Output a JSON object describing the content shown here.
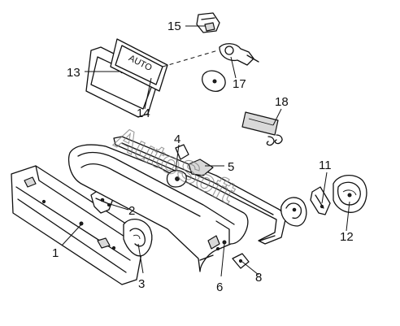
{
  "watermark": {
    "text": "AutoSoft"
  },
  "callouts": [
    {
      "id": "1",
      "label": "1"
    },
    {
      "id": "2",
      "label": "2"
    },
    {
      "id": "3",
      "label": "3"
    },
    {
      "id": "4",
      "label": "4"
    },
    {
      "id": "5",
      "label": "5"
    },
    {
      "id": "6",
      "label": "6"
    },
    {
      "id": "8",
      "label": "8"
    },
    {
      "id": "11",
      "label": "11"
    },
    {
      "id": "12",
      "label": "12"
    },
    {
      "id": "13",
      "label": "13"
    },
    {
      "id": "14",
      "label": "14"
    },
    {
      "id": "15",
      "label": "15"
    },
    {
      "id": "17",
      "label": "17"
    },
    {
      "id": "18",
      "label": "18"
    }
  ],
  "emblem_text": "AUTO"
}
